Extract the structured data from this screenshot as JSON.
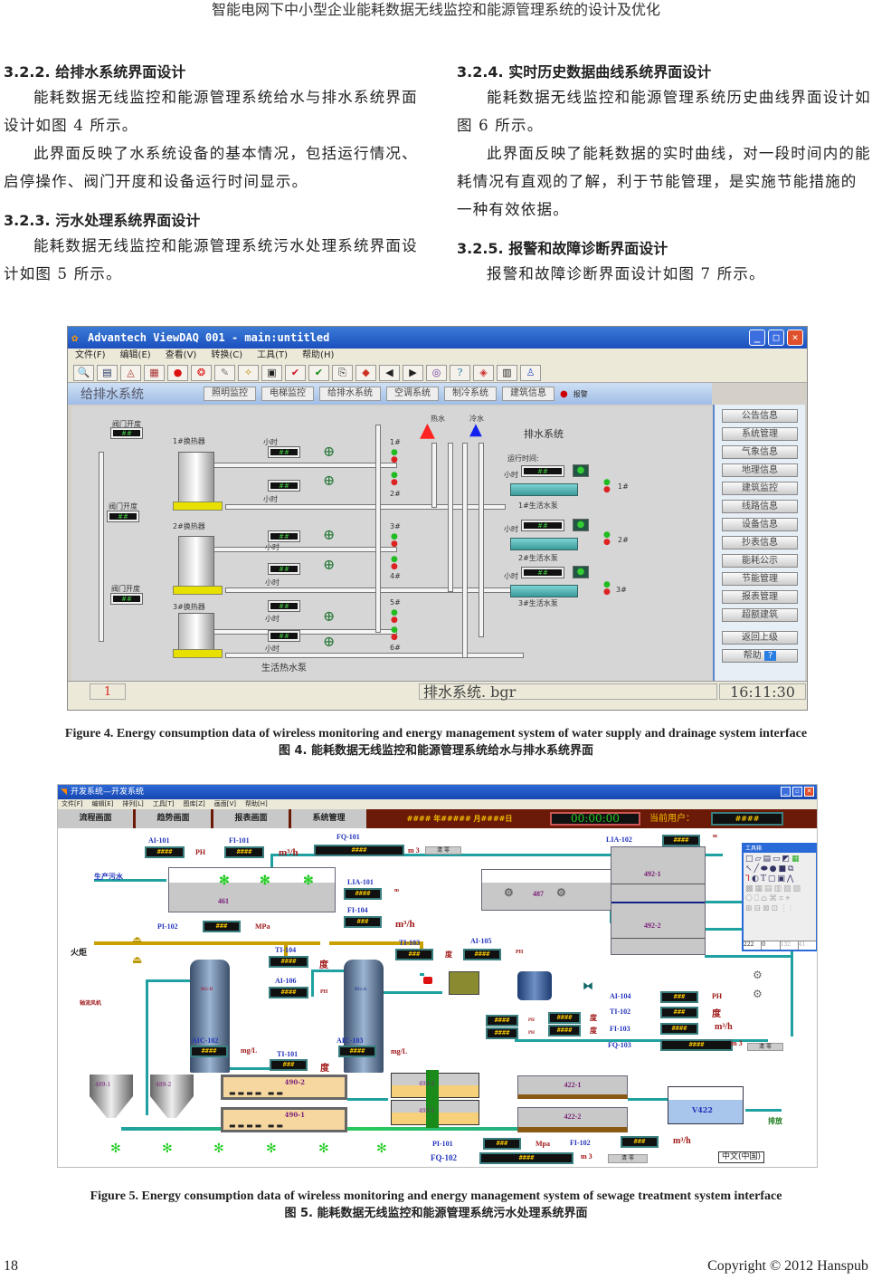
{
  "running_header": "智能电网下中小型企业能耗数据无线监控和能源管理系统的设计及优化",
  "left_column": {
    "sec1_heading": "3.2.2.  给排水系统界面设计",
    "sec1_p1": "能耗数据无线监控和能源管理系统给水与排水系统界面设计如图 4 所示。",
    "sec1_p2": "此界面反映了水系统设备的基本情况，包括运行情况、启停操作、阀门开度和设备运行时间显示。",
    "sec2_heading": "3.2.3.  污水处理系统界面设计",
    "sec2_p1": "能耗数据无线监控和能源管理系统污水处理系统界面设计如图 5 所示。"
  },
  "right_column": {
    "sec1_heading": "3.2.4.  实时历史数据曲线系统界面设计",
    "sec1_p1": "能耗数据无线监控和能源管理系统历史曲线界面设计如图 6 所示。",
    "sec1_p2": "此界面反映了能耗数据的实时曲线，对一段时间内的能耗情况有直观的了解，利于节能管理，是实施节能措施的一种有效依据。",
    "sec2_heading": "3.2.5.  报警和故障诊断界面设计",
    "sec2_p1": "报警和故障诊断界面设计如图 7 所示。"
  },
  "figure4": {
    "window_title": "Advantech ViewDAQ 001 - main:untitled",
    "menu": [
      "文件(F)",
      "编辑(E)",
      "查看(V)",
      "转换(C)",
      "工具(T)",
      "帮助(H)"
    ],
    "nav_title": "给排水系统",
    "nav_buttons": [
      "照明监控",
      "电梯监控",
      "给排水系统",
      "空调系统",
      "制冷系统",
      "建筑信息"
    ],
    "alarm_label": "报警",
    "side_buttons": [
      "公告信息",
      "系统管理",
      "气象信息",
      "地理信息",
      "建筑监控",
      "线路信息",
      "设备信息",
      "抄表信息",
      "能耗公示",
      "节能管理",
      "报表管理",
      "超额建筑"
    ],
    "back_button": "返回上级",
    "help_button": "帮助",
    "valve_labels": [
      "阀门开度",
      "阀门开度",
      "阀门开度"
    ],
    "exchanger_labels": [
      "1#换热器",
      "2#换热器",
      "3#换热器"
    ],
    "hour_label": "小时",
    "display_value": "##",
    "pump_numbers": [
      "1#",
      "2#",
      "3#",
      "4#",
      "5#",
      "6#"
    ],
    "hot_water": "热水",
    "cold_water": "冷水",
    "drain_title": "排水系统",
    "run_time_label": "运行时间:",
    "drain_pumps": [
      "1#生活水泵",
      "2#生活水泵",
      "3#生活水泵"
    ],
    "drain_pump_ids": [
      "1#",
      "2#",
      "3#"
    ],
    "bottom_label": "生活热水泵",
    "status_count": "1",
    "status_file": "排水系统. bgr",
    "status_time": "16:11:30"
  },
  "figure4_caption_en": "Figure 4. Energy consumption data of wireless monitoring and energy management system of water supply and drainage system interface",
  "figure4_caption_cn": "图 4.   能耗数据无线监控和能源管理系统给水与排水系统界面",
  "figure5": {
    "window_title": "开发系统—开发系统",
    "menu": [
      "文件[F]",
      "编辑[E]",
      "排列[L]",
      "工具[T]",
      "图库[Z]",
      "画面[V]",
      "帮助[H]"
    ],
    "tabs": [
      "流程画面",
      "趋势画面",
      "报表画面",
      "系统管理"
    ],
    "date_display": "####  年#####  月####日",
    "clock": "00:00:00",
    "current_user_label": "当前用户：",
    "current_user_value": "####",
    "toolbox_title": "工具箱",
    "toolbox_status": [
      "222",
      "0",
      "132",
      "41"
    ],
    "instruments": [
      {
        "tag": "AI-101",
        "value": "####",
        "unit": "PH"
      },
      {
        "tag": "FI-101",
        "value": "####",
        "unit": "m³/h"
      },
      {
        "tag": "FQ-101",
        "value": "####",
        "unit": "m 3"
      },
      {
        "tag": "LIA-101",
        "value": "####",
        "unit": "m"
      },
      {
        "tag": "FI-104",
        "value": "###",
        "unit": "m³/h"
      },
      {
        "tag": "PI-102",
        "value": "###",
        "unit": "MPa"
      },
      {
        "tag": "TI-104",
        "value": "####",
        "unit": "度"
      },
      {
        "tag": "AI-106",
        "value": "####",
        "unit": "PH"
      },
      {
        "tag": "TI-103",
        "value": "###",
        "unit": "度"
      },
      {
        "tag": "AI-105",
        "value": "####",
        "unit": "PH"
      },
      {
        "tag": "LIA-102",
        "value": "####",
        "unit": "m"
      },
      {
        "tag": "AI-104",
        "value": "###",
        "unit": "PH"
      },
      {
        "tag": "TI-102",
        "value": "###",
        "unit": "度"
      },
      {
        "tag": "FI-103",
        "value": "####",
        "unit": "m³/h"
      },
      {
        "tag": "FQ-103",
        "value": "####",
        "unit": "m 3"
      },
      {
        "tag": "AIC-102",
        "value": "####",
        "unit": "mg/L"
      },
      {
        "tag": "AIC-103",
        "value": "####",
        "unit": "mg/L"
      },
      {
        "tag": "TI-101",
        "value": "###",
        "unit": "度"
      },
      {
        "tag": "PI-101",
        "value": "###",
        "unit": "Mpa"
      },
      {
        "tag": "FI-102",
        "value": "###",
        "unit": "m³/h"
      },
      {
        "tag": "FQ-102",
        "value": "####",
        "unit": "m 3"
      }
    ],
    "reset_button": "清 零",
    "labels": {
      "production_sewage": "生产污水",
      "flare": "火炬",
      "axial_fan": "轴流风机",
      "discharge": "排放",
      "tank_461": "461",
      "tank_487": "487",
      "tank_492_1": "492-1",
      "tank_492_2": "492-2",
      "tank_490_1": "490-1",
      "tank_490_2": "490-2",
      "tank_489_1": "489-1",
      "tank_489_2": "489-2",
      "tank_493_1": "493-1",
      "tank_493_2": "493-2",
      "tank_422_1": "422-1",
      "tank_422_2": "422-2",
      "tank_v422": "V422",
      "col_a": "RG-B",
      "col_b": "RG-A",
      "ime": "中文(中国)"
    },
    "small_values": [
      "####",
      "####",
      "####",
      "####"
    ],
    "small_units": [
      "PH",
      "PH",
      "度",
      "度"
    ]
  },
  "figure5_caption_en": "Figure 5. Energy consumption data of wireless monitoring and energy management system of sewage treatment system interface",
  "figure5_caption_cn": "图 5.  能耗数据无线监控和能源管理系统污水处理系统界面",
  "footer": {
    "page_number": "18",
    "copyright": "Copyright © 2012 Hanspub"
  }
}
